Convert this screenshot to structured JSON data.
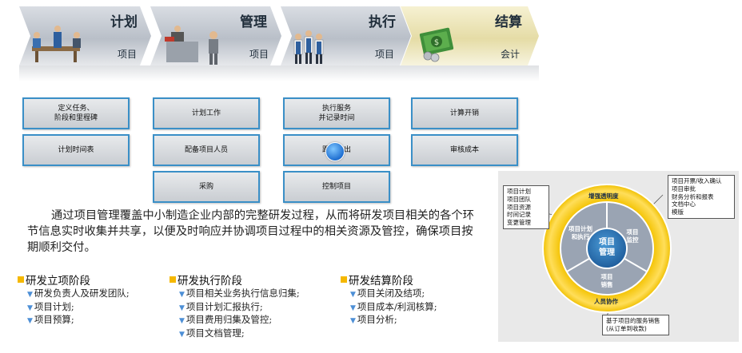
{
  "phases": [
    {
      "title": "计划",
      "subtitle": "项目"
    },
    {
      "title": "管理",
      "subtitle": "项目"
    },
    {
      "title": "执行",
      "subtitle": "项目"
    },
    {
      "title": "结算",
      "subtitle": "会计"
    }
  ],
  "tasks": {
    "plan": [
      "定义任务、\n阶段和里程碑",
      "计划时间表"
    ],
    "manage": [
      "计划工作",
      "配备项目人员",
      "采购"
    ],
    "execute": [
      "执行服务\n并记录时间",
      "跟踪支出",
      "控制项目"
    ],
    "settle": [
      "计算开销",
      "审核成本"
    ]
  },
  "intro": "通过项目管理覆盖中小制造企业内部的完整研发过程，从而将研发项目相关的各个环节信息实时收集并共享，以便及时响应并协调项目过程中的相关资源及管控，确保项目按期顺利交付。",
  "stages": [
    {
      "title": "研发立项阶段",
      "items": [
        "研发负责人及研发团队;",
        "项目计划;",
        "项目预算;"
      ]
    },
    {
      "title": "研发执行阶段",
      "items": [
        "项目相关业务执行信息归集;",
        "项目计划汇报执行;",
        "项目费用归集及管控;",
        "项目文档管理;"
      ]
    },
    {
      "title": "研发结算阶段",
      "items": [
        "项目关闭及结项;",
        "项目成本/利润核算;",
        "项目分析;"
      ]
    }
  ],
  "wheel": {
    "left_note": "项目计划\n项目团队\n项目资源\n时间记录\n变更管理",
    "right_note": "项目开票/收入确认\n项目审批\n财务分析和报表\n文档中心\n模版",
    "bottom_note": "基于项目的服务销售\n(从订单到收款)",
    "ring_top": "增强透明度",
    "ring_bottom": "人员协作",
    "seg_left": "项目计划\n和执行",
    "seg_right": "项目\n监控",
    "seg_bottom": "项目\n销售",
    "hub": "项目\n管理"
  },
  "colors": {
    "accent_blue": "#3a8fc7",
    "gold": "#f5b800",
    "phase_gray": "#c9ced6",
    "phase_gold": "#f2ecc2"
  }
}
